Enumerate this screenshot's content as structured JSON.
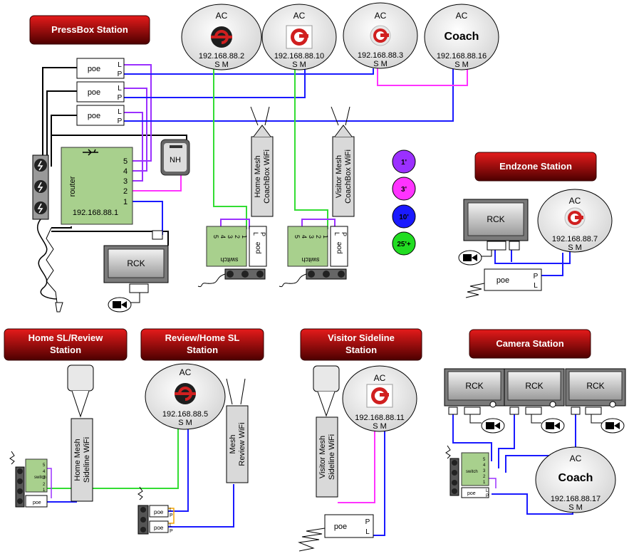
{
  "stations": {
    "pressbox": "PressBox Station",
    "endzone": "Endzone Station",
    "home_sl": [
      "Home SL/Review",
      "Station"
    ],
    "review_home": [
      "Review/Home SL",
      "Station"
    ],
    "visitor_sl": [
      "Visitor Sideline",
      "Station"
    ],
    "camera": "Camera Station"
  },
  "labels": {
    "ac": "AC",
    "sm": "S M",
    "poe": "poe",
    "l": "L",
    "p": "P",
    "rck": "RCK",
    "nh": "NH",
    "router": "router",
    "switch": "switch",
    "coach": "Coach"
  },
  "ips": {
    "ac1": "192.168.88.2",
    "ac2": "192.168.88.10",
    "ac3": "192.168.88.3",
    "ac4": "192.168.88.16",
    "router": "192.168.88.1",
    "endzone": "192.168.88.7",
    "review": "192.168.88.5",
    "visitor": "192.168.88.11",
    "camera": "192.168.88.17"
  },
  "ports": [
    "5",
    "4",
    "3",
    "2",
    "1"
  ],
  "wifi": {
    "home_coachbox": [
      "Home Mesh",
      "CoachBox WiFi"
    ],
    "visitor_coachbox": [
      "Visitor Mesh",
      "CoachBox WiFi"
    ],
    "home_sideline": [
      "Home Mesh",
      "Sideline  WiFi"
    ],
    "review": [
      "Mesh",
      "Review  WiFi"
    ],
    "visitor_sideline": [
      "Visitor Mesh",
      "Sideline WiFi"
    ]
  },
  "legend": [
    {
      "label": "1'",
      "color": "#9b30ff"
    },
    {
      "label": "3'",
      "color": "#ff33ff"
    },
    {
      "label": "10'",
      "color": "#1a1aff"
    },
    {
      "label": "25'+",
      "color": "#22dd22"
    }
  ],
  "colors": {
    "header_dark": "#5a0000",
    "header_light": "#e00000",
    "purple": "#9b30ff",
    "magenta": "#ff33ff",
    "blue": "#1a1aff",
    "green": "#33dd33",
    "board": "#a8d08d"
  }
}
